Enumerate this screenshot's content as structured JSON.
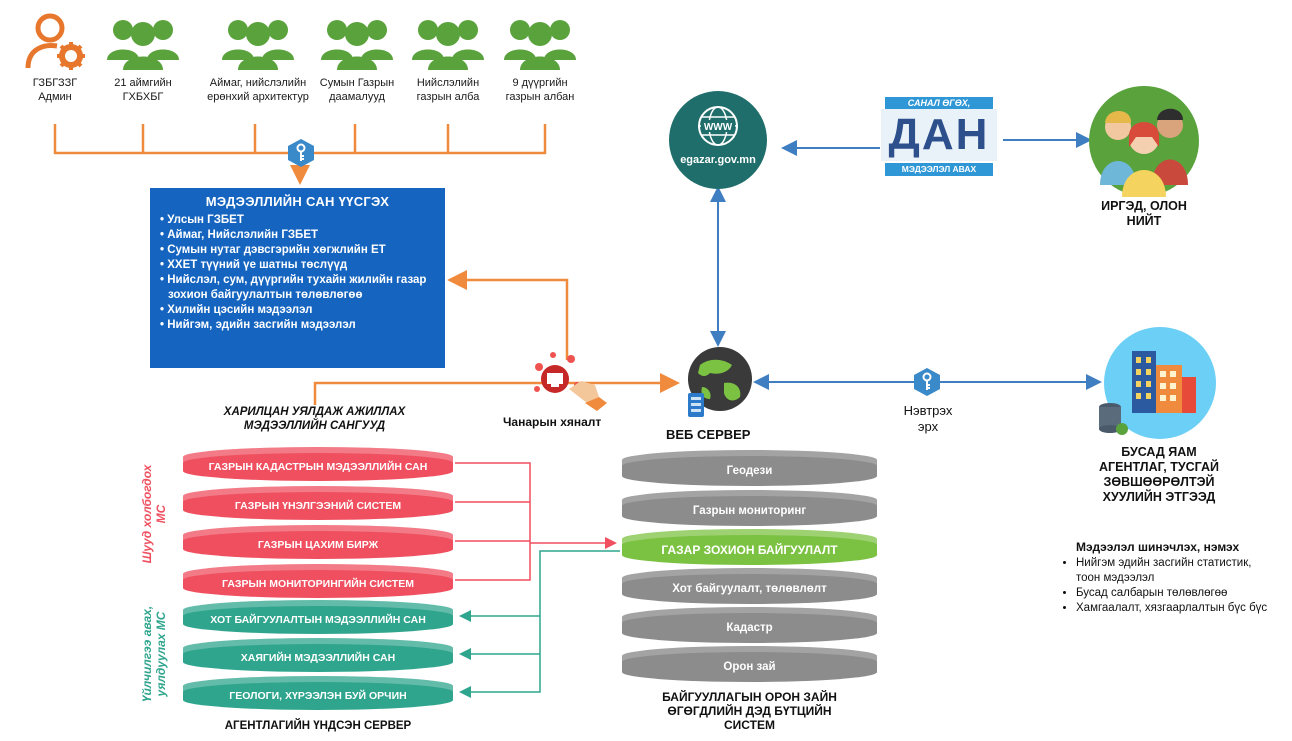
{
  "colors": {
    "orange_line": "#f08a3c",
    "blue_line": "#3f7fc1",
    "red_line": "#ef4f5f",
    "teal_line": "#2fa58d",
    "info_box": "#1565c0",
    "people_green": "#5aa23c"
  },
  "icons": {
    "admin": "admin-gear-icon",
    "groups": "people-group-icon",
    "key": "key-icon",
    "www": "www-globe-icon",
    "server": "globe-server-icon",
    "buildings": "buildings-icon",
    "quality": "quality-control-icon"
  },
  "top_groups": [
    {
      "label": "ГЗБГЗЗГ\nАдмин"
    },
    {
      "label": "21 аймгийн\nГХБХБГ"
    },
    {
      "label": "Аймаг, нийслэлийн\nерөнхий архитектур"
    },
    {
      "label": "Сумын Газрын\nдаамалууд"
    },
    {
      "label": "Нийслэлийн\nгазрын алба"
    },
    {
      "label": "9 дүүргийн\nгазрын албан"
    }
  ],
  "info_box": {
    "title": "МЭДЭЭЛЛИЙН САН ҮҮСГЭХ",
    "items": [
      "Улсын ГЗБЕТ",
      "Аймаг, Нийслэлийн ГЗБЕТ",
      "Сумын нутаг дэвсгэрийн хөгжлийн ЕТ",
      "ХХЕТ түүний үе шатны төслүүд",
      "Нийслэл, сум, дүүргийн тухайн жилийн газар зохион байгуулалтын төлөвлөгөө",
      "Хилийн цэсийн мэдээлэл",
      "Нийгэм, эдийн засгийн мэдээлэл"
    ]
  },
  "website": {
    "label": "egazar.gov.mn"
  },
  "dan": {
    "top": "САНАЛ ӨГӨХ,",
    "logo": "ДАН",
    "bottom": "МЭДЭЭЛЭЛ АВАХ"
  },
  "citizens": {
    "label": "ИРГЭД, ОЛОН\nНИЙТ"
  },
  "quality": {
    "label": "Чанарын хяналт"
  },
  "webserver": {
    "label": "ВЕБ СЕРВЕР"
  },
  "access": {
    "label": "Нэвтрэх\nэрх"
  },
  "other_orgs": {
    "label": "БУСАД ЯАМ\nАГЕНТЛАГ, ТУСГАЙ\nЗӨВШӨӨРӨЛТЭЙ\nХУУЛИЙН ЭТГЭЭД"
  },
  "updates": {
    "title": "Мэдээлэл шинэчлэх, нэмэх",
    "items": [
      "Нийгэм эдийн засгийн статистик, тоон мэдээлэл",
      "Бусад салбарын төлөвлөгөө",
      "Хамгаалалт, хязгаарлалтын бүс бүс"
    ]
  },
  "linked_db": {
    "title": "ХАРИЛЦАН УЯЛДАЖ АЖИЛЛАХ\nМЭДЭЭЛЛИЙН САНГУУД",
    "side_red": "Шууд холбогдох\nМС",
    "side_teal": "Үйлчилгээ авах,\nуялдуулах МС",
    "red_items": [
      "ГАЗРЫН КАДАСТРЫН МЭДЭЭЛЛИЙН САН",
      "ГАЗРЫН ҮНЭЛГЭЭНИЙ СИСТЕМ",
      "ГАЗРЫН ЦАХИМ БИРЖ",
      "ГАЗРЫН МОНИТОРИНГИЙН СИСТЕМ"
    ],
    "teal_items": [
      "ХОТ БАЙГУУЛАЛТЫН МЭДЭЭЛЛИЙН САН",
      "ХАЯГИЙН МЭДЭЭЛЛИЙН САН",
      "ГЕОЛОГИ, ХҮРЭЭЛЭН БУЙ ОРЧИН"
    ],
    "caption": "АГЕНТЛАГИЙН ҮНДСЭН СЕРВЕР"
  },
  "spatial_stack": {
    "items": [
      "Геодези",
      "Газрын мониторинг",
      "ГАЗАР ЗОХИОН БАЙГУУЛАЛТ",
      "Хот байгуулалт, төлөвлөлт",
      "Кадастр",
      "Орон зай"
    ],
    "highlight_index": 2,
    "caption": "БАЙГУУЛЛАГЫН ОРОН ЗАЙН\nӨГӨГДЛИЙН ДЭД БҮТЦИЙН\nСИСТЕМ"
  }
}
